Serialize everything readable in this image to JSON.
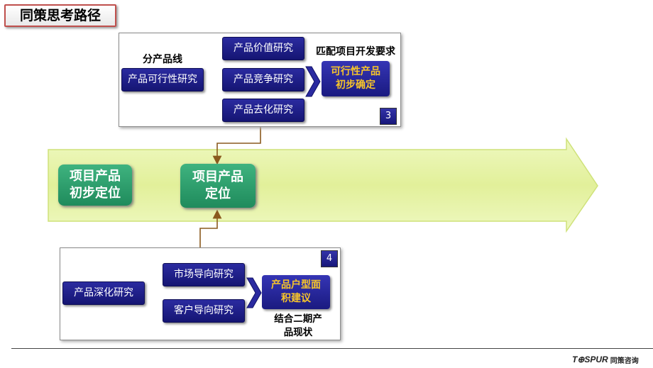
{
  "title": "同策思考路径",
  "top_panel": {
    "branch_label": "分产品线",
    "source": "产品可行性研究",
    "items": [
      "产品价值研究",
      "产品竞争研究",
      "产品去化研究"
    ],
    "match_label": "匹配项目开发要求",
    "result_line1": "可行性产品",
    "result_line2": "初步确定",
    "number": "3"
  },
  "timeline": {
    "stage1_line1": "项目产品",
    "stage1_line2": "初步定位",
    "stage2_line1": "项目产品",
    "stage2_line2": "定位"
  },
  "bottom_panel": {
    "number": "4",
    "source": "产品深化研究",
    "items": [
      "市场导向研究",
      "客户导向研究"
    ],
    "result_line1": "产品户型面",
    "result_line2": "积建议",
    "note_line1": "结合二期产",
    "note_line2": "品现状"
  },
  "footer": {
    "logo": "T⊕SPUR",
    "company": "同策咨询"
  },
  "colors": {
    "title_border": "#c0504d",
    "box_blue": "#1e1e8c",
    "arrow_green": "#e6f3a6",
    "stage_green": "#2e9e70",
    "result_text": "#f7c52a",
    "connector": "#8a5a1e"
  }
}
